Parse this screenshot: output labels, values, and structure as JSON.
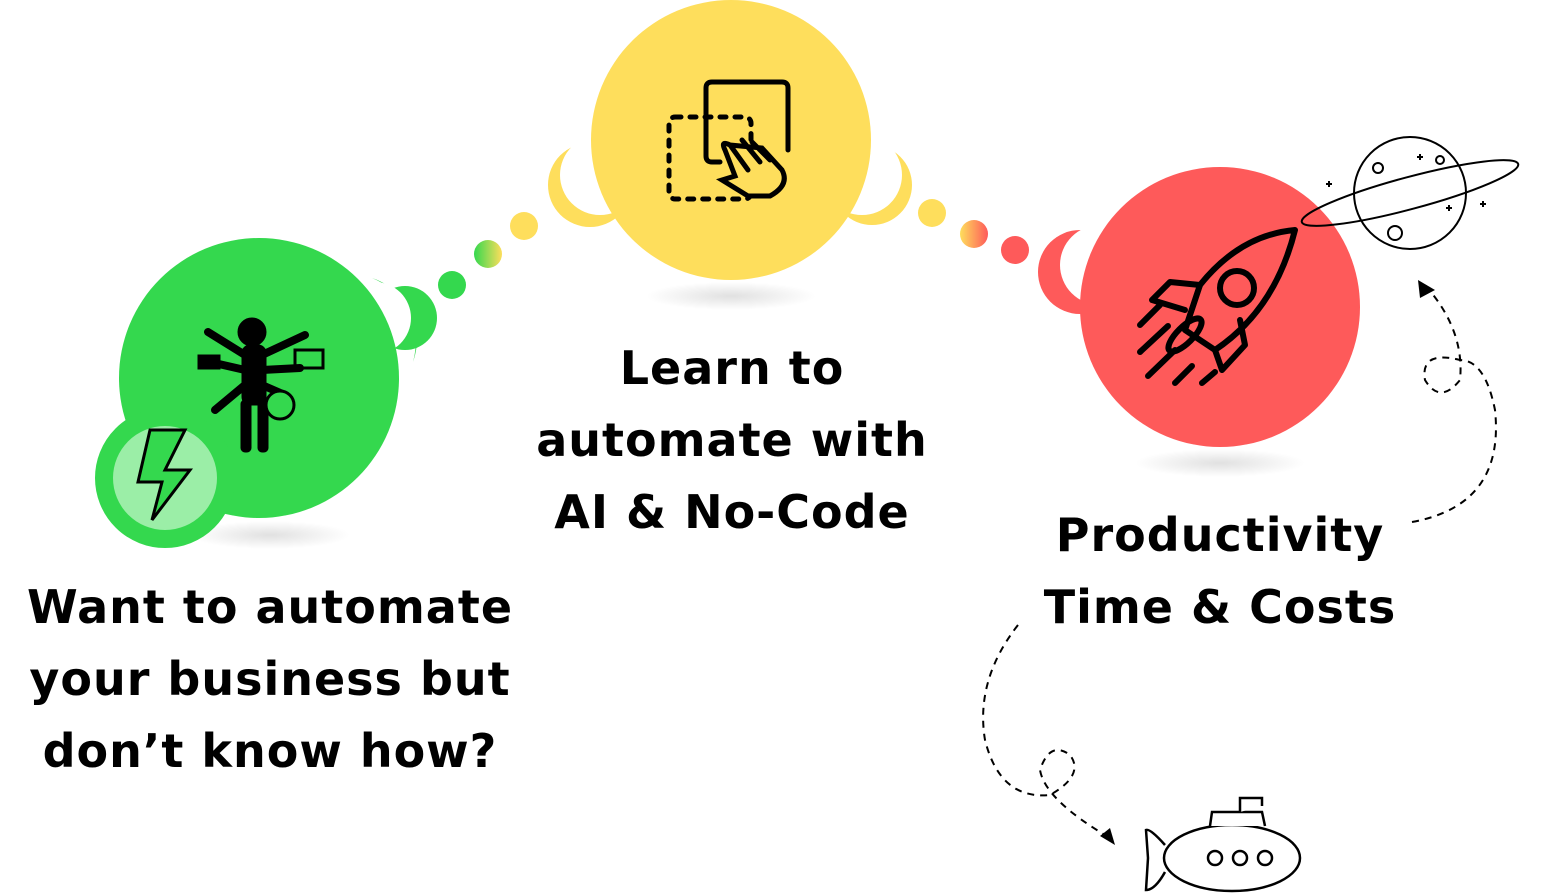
{
  "steps": [
    {
      "lines": [
        "Want to automate",
        "your business but",
        "don’t know how?"
      ],
      "color": "#34d84e",
      "icon": "overwhelmed-person-icon",
      "badge_icon": "lightning-icon"
    },
    {
      "lines": [
        "Learn to",
        "automate with",
        "AI & No-Code"
      ],
      "color": "#fede5c",
      "icon": "tap-select-icon"
    },
    {
      "lines": [
        "Productivity",
        "Time & Costs"
      ],
      "color": "#fe5a5a",
      "icon": "rocket-icon"
    }
  ],
  "decorations": [
    "planet-icon",
    "submarine-icon"
  ]
}
